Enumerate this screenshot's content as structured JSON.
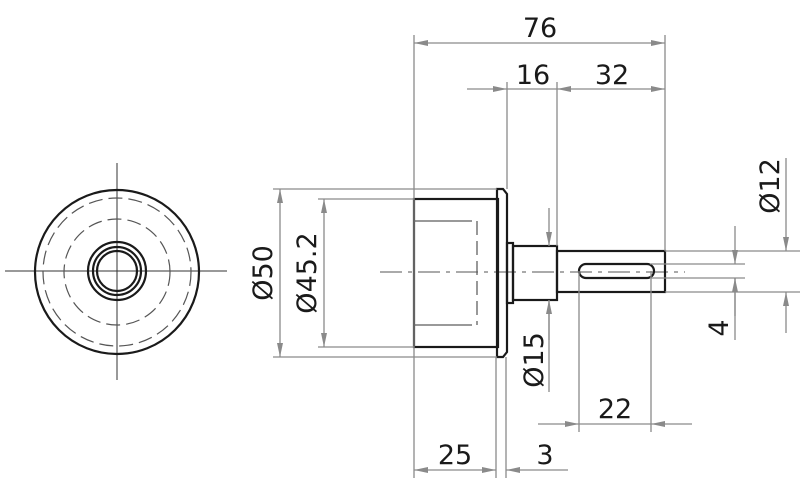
{
  "drawing": {
    "type": "technical-drawing",
    "subject": "pulley with keyed shaft",
    "views": [
      "front-view",
      "side-view"
    ],
    "colors": {
      "object_line": "#1a1a1a",
      "dimension_line": "#8a8a8a",
      "background": "#ffffff"
    }
  },
  "dimensions": {
    "overall_length": "76",
    "shoulder_length": "16",
    "shaft_length": "32",
    "body_length": "25",
    "flange_thickness": "3",
    "keyway_length": "22",
    "outer_diameter": "Ø50",
    "inner_diameter": "Ø45.2",
    "shoulder_diameter": "Ø15",
    "shaft_diameter": "Ø12",
    "keyway_width": "4"
  }
}
